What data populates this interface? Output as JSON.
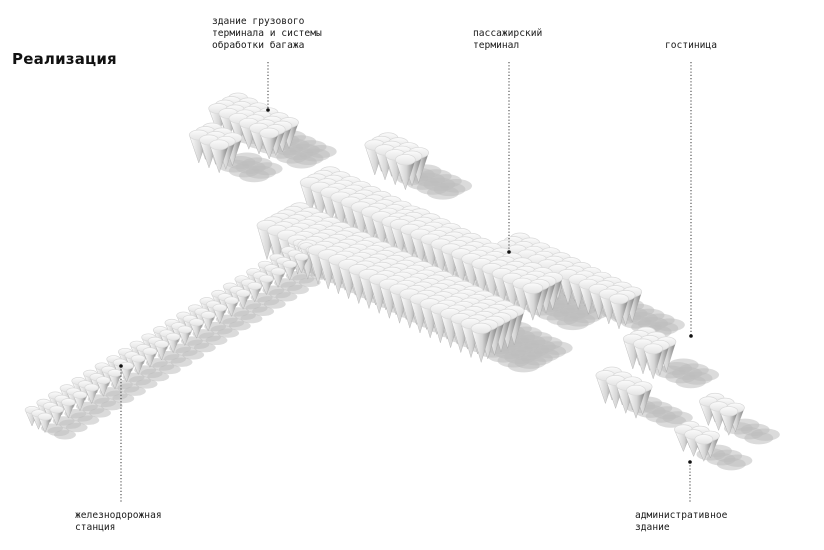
{
  "title": "Реализация",
  "labels": {
    "cargo_terminal": "здание грузового\nтерминала и системы\nобработки багажа",
    "passenger_terminal": "пассажирский\nтерминал",
    "hotel": "гостиница",
    "railway_station": "железнодорожная\nстанция",
    "admin_building": "административное\nздание"
  },
  "colors": {
    "canopy_top": "#f2f2f2",
    "canopy_rim": "#d9d9d9",
    "cone_light": "#ffffff",
    "cone_dark": "#8a8a8a",
    "shadow": "#bdbdbd"
  }
}
